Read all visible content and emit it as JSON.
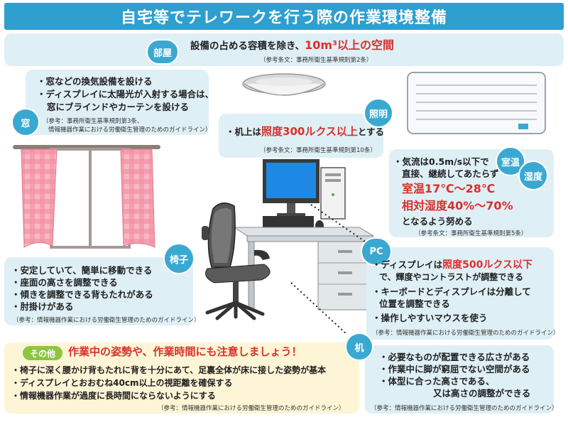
{
  "title": "自宅等でテレワークを行う際の作業環境整備",
  "room": {
    "badge": "部屋",
    "text_prefix": "設備の占める容積を除き、",
    "text_highlight": "10m³以上の空間",
    "ref": "（参考条文：事務所衛生基準規則第2条）"
  },
  "window": {
    "badge": "窓",
    "items": [
      "・窓などの換気設備を設ける",
      "・ディスプレイに太陽光が入射する場合は、",
      "窓にブラインドやカーテンを設ける"
    ],
    "ref1": "（参考：事務所衛生基準規則第3条、",
    "ref2": "情報機器作業における労働衛生管理のためのガイドライン）"
  },
  "lighting": {
    "badge": "照明",
    "text_prefix": "・机上は",
    "text_highlight": "照度300ルクス以上",
    "text_suffix": "とする",
    "ref": "（参考条文：事務所衛生基準規則第10条）"
  },
  "climate": {
    "badge_temp": "室温",
    "badge_humidity": "湿度",
    "line1": "・気流は0.5m/s以下で",
    "line2": "直接、継続してあたらず",
    "temp": "室温17℃～28℃",
    "humidity": "相対湿度40%～70%",
    "line3": "となるよう努める",
    "ref": "（参考条文：事務所衛生基準規則第5条）"
  },
  "chair": {
    "badge": "椅子",
    "items": [
      "・安定していて、簡単に移動できる",
      "・座面の高さを調整できる",
      "・傾きを調整できる背もたれがある",
      "・肘掛けがある"
    ],
    "ref": "（参考：情報機器作業における労働衛生管理のためのガイドライン）"
  },
  "pc": {
    "badge": "PC",
    "item1_prefix": "・ディスプレイは",
    "item1_highlight": "照度500ルクス以下",
    "item1_cont": "で、輝度やコントラストが調整できる",
    "item2": "・キーボードとディスプレイは分離して",
    "item2_cont": "位置を調整できる",
    "item3": "・操作しやすいマウスを使う",
    "ref": "（参考：情報機器作業における労働衛生管理のためのガイドライン）"
  },
  "other": {
    "badge": "その他",
    "heading": "作業中の姿勢や、作業時間にも注意しましょう！",
    "items": [
      "・椅子に深く腰かけ背もたれに背を十分にあて、足裏全体が床に接した姿勢が基本",
      "・ディスプレイとおおむね40cm以上の視距離を確保する",
      "・情報機器作業が過度に長時間にならないようにする"
    ],
    "ref": "（参考：情報機器作業における労働衛生管理のためのガイドライン）"
  },
  "desk": {
    "badge": "机",
    "items": [
      "・必要なものが配置できる広さがある",
      "・作業中に脚が窮屈でない空間がある",
      "・体型に合った高さである、",
      "又は高さの調整ができる"
    ],
    "ref": "（参考：情報機器作業における労働衛生管理のためのガイドライン）"
  },
  "colors": {
    "header": "#2e9fce",
    "box": "#dfeff6",
    "accent_red": "#d9302b",
    "badge": "#3aa9d2",
    "other_box": "#fdf5d6",
    "other_badge": "#8cc63f"
  }
}
